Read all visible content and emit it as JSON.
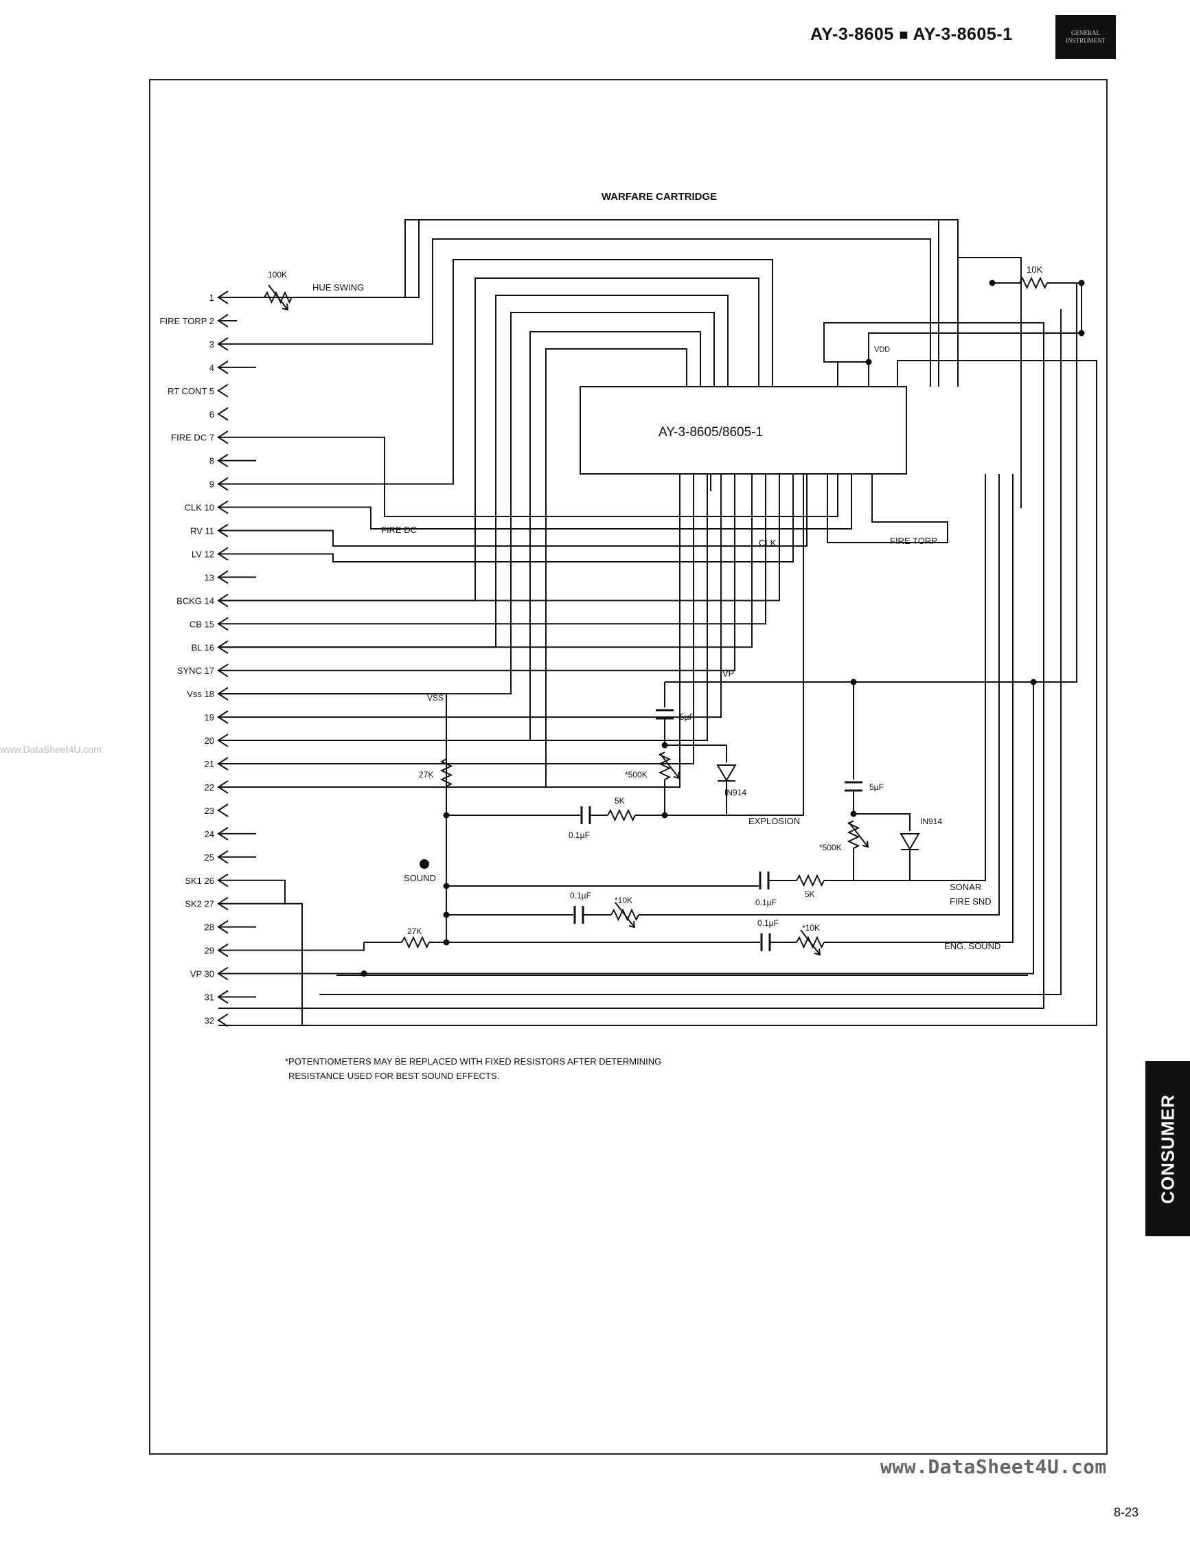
{
  "header": {
    "part_a": "AY-3-8605",
    "separator": "■",
    "part_b": "AY-3-8605-1",
    "logo_text": "GENERAL INSTRUMENT"
  },
  "diagram": {
    "title": "WARFARE CARTRIDGE",
    "chip_label": "AY-3-8605/8605-1",
    "pins": [
      "1",
      "FIRE TORP 2",
      "3",
      "4",
      "RT CONT 5",
      "6",
      "FIRE DC 7",
      "8",
      "9",
      "CLK 10",
      "RV 11",
      "LV 12",
      "13",
      "BCKG 14",
      "CB 15",
      "BL 16",
      "SYNC 17",
      "Vss 18",
      "19",
      "20",
      "21",
      "22",
      "23",
      "24",
      "25",
      "SK1 26",
      "SK2 27",
      "28",
      "29",
      "VP 30",
      "31",
      "32"
    ],
    "signals": {
      "hue_swing": "HUE SWING",
      "r_100k": "100K",
      "r_10k_top": "10K",
      "vdd": "VDD",
      "fire_dc": "FIRE DC",
      "clk": "CLK",
      "fire_torp": "FIRE TORP",
      "vp": "VP",
      "vss": "VSS",
      "cap_5uf_a": "5µF",
      "pot_500k_a": "*500K",
      "diode_a": "IN914",
      "r_27k_a": "27K",
      "r_5k_a": "5K",
      "cap_01_a": "0.1µF",
      "explosion": "EXPLOSION",
      "cap_5uf_b": "5µF",
      "diode_b": "IN914",
      "pot_500k_b": "*500K",
      "sound": "SOUND",
      "cap_01_b": "0.1µF",
      "r_5k_b": "5K",
      "sonar": "SONAR",
      "fire_snd": "FIRE SND",
      "cap_01_c": "0.1µF",
      "pot_10k_c": "*10K",
      "r_27k_b": "27K",
      "cap_01_d": "0.1µF",
      "pot_10k_d": "*10K",
      "eng_sound": "ENG. SOUND"
    },
    "footnote_line1": "*POTENTIOMETERS MAY BE REPLACED WITH FIXED RESISTORS AFTER DETERMINING",
    "footnote_line2": "RESISTANCE USED FOR BEST SOUND EFFECTS."
  },
  "side_tab": "CONSUMER",
  "watermark_side": "www.DataSheet4U.com",
  "watermark_bottom": "www.DataSheet4U.com",
  "page_number": "8-23"
}
